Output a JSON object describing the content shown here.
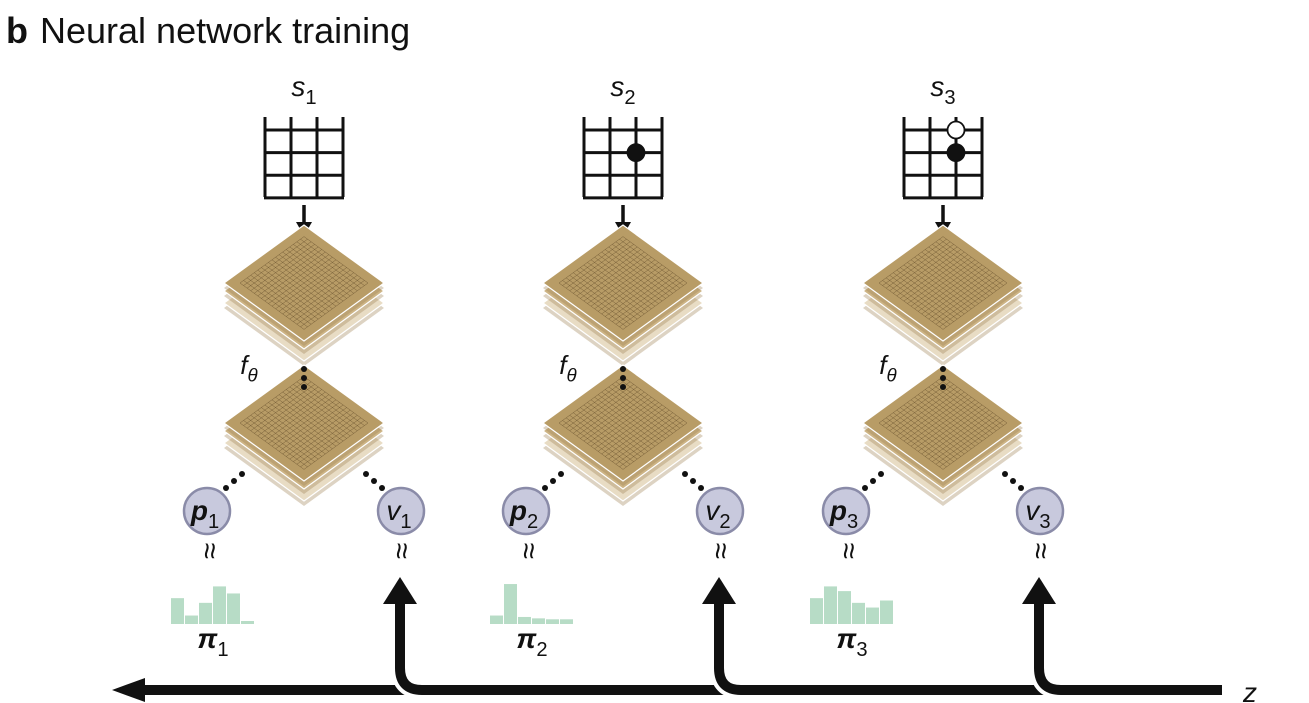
{
  "panel": {
    "letter": "b",
    "title": "Neural network training"
  },
  "colors": {
    "board_top": "#b89c66",
    "board_mid": "#cdb485",
    "board_bottom": "#e8dcc4",
    "board_grid": "#5a4424",
    "node_fill": "#c8c9dd",
    "node_stroke": "#8a8ba8",
    "histogram": "#b7dcc6",
    "ink": "#111111"
  },
  "columns": [
    {
      "state": {
        "sym": "s",
        "sub": "1"
      },
      "stones": [],
      "network": {
        "sym": "f",
        "sub": "θ"
      },
      "policy": {
        "sym": "p",
        "sub": "1"
      },
      "value": {
        "sym": "v",
        "sub": "1"
      },
      "approx": "≈",
      "search_probs": {
        "sym": "π",
        "sub": "1",
        "values": [
          0.55,
          0.18,
          0.45,
          0.8,
          0.65,
          0.05
        ]
      }
    },
    {
      "state": {
        "sym": "s",
        "sub": "2"
      },
      "stones": [
        {
          "row": 1,
          "col": 1,
          "color": "black"
        }
      ],
      "network": {
        "sym": "f",
        "sub": "θ"
      },
      "policy": {
        "sym": "p",
        "sub": "2"
      },
      "value": {
        "sym": "v",
        "sub": "2"
      },
      "approx": "≈",
      "search_probs": {
        "sym": "π",
        "sub": "2",
        "values": [
          0.18,
          0.85,
          0.15,
          0.12,
          0.1,
          0.1
        ]
      }
    },
    {
      "state": {
        "sym": "s",
        "sub": "3"
      },
      "stones": [
        {
          "row": 0,
          "col": 1,
          "color": "white"
        },
        {
          "row": 1,
          "col": 1,
          "color": "black"
        }
      ],
      "network": {
        "sym": "f",
        "sub": "θ"
      },
      "policy": {
        "sym": "p",
        "sub": "3"
      },
      "value": {
        "sym": "v",
        "sub": "3"
      },
      "approx": "≈",
      "search_probs": {
        "sym": "π",
        "sub": "3",
        "values": [
          0.55,
          0.8,
          0.7,
          0.45,
          0.35,
          0.5
        ]
      }
    }
  ],
  "outcome": {
    "label": "z"
  }
}
